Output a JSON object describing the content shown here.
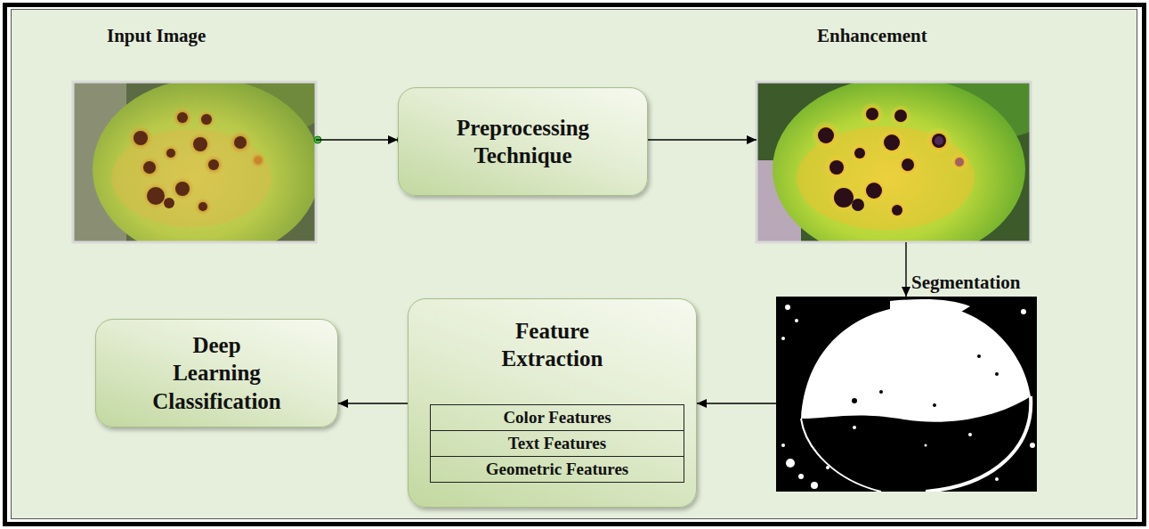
{
  "diagram": {
    "nodes": [
      {
        "text": [
          "Input Image"
        ]
      },
      {
        "text": [
          "Preprocessing Technique"
        ]
      },
      {
        "text": [
          "Enhancement"
        ]
      },
      {
        "text": [
          "Segmentation"
        ]
      },
      {
        "text": [
          "Feature Extraction"
        ]
      },
      {
        "text": [
          "Color Features"
        ],
        "in": 4
      },
      {
        "text": [
          "Text Features"
        ],
        "in": 4
      },
      {
        "text": [
          "Geometric Features"
        ],
        "in": 4
      },
      {
        "text": [
          "Deep Learning Classification"
        ]
      }
    ],
    "edges": [
      {
        "from": 0,
        "to": 1,
        "arrow": "to"
      },
      {
        "from": 1,
        "to": 2,
        "arrow": "to"
      },
      {
        "from": 2,
        "to": 3,
        "arrow": "to"
      },
      {
        "from": 3,
        "to": 4,
        "arrow": "to"
      },
      {
        "from": 4,
        "to": 8,
        "arrow": "to"
      }
    ]
  }
}
